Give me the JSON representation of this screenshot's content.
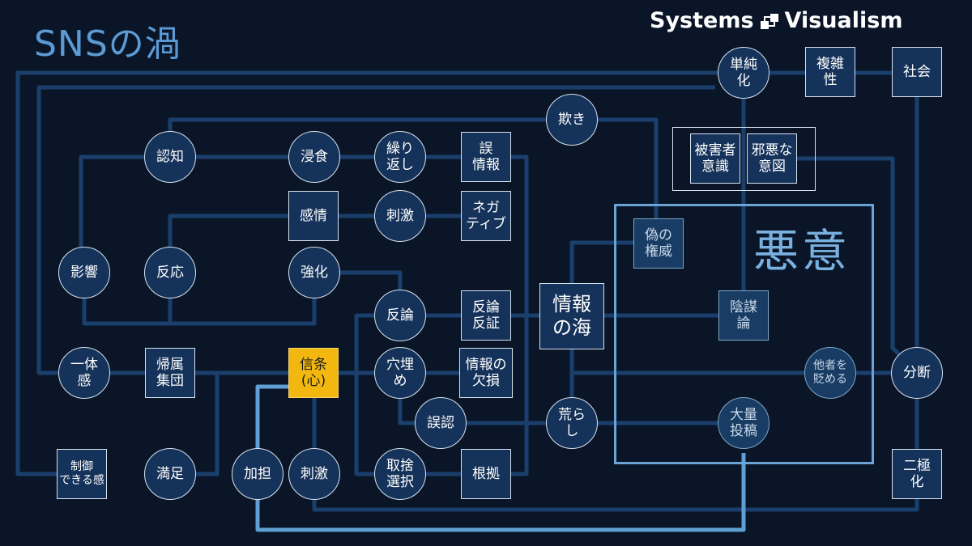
{
  "title": "SNSの渦",
  "brand": {
    "left": "Systems",
    "right": "Visualism"
  },
  "evil_label": "悪意",
  "nodes": {
    "tanjunka": "単純\n化",
    "fukuzatsusei": "複雑\n性",
    "shakai": "社会",
    "azamuki": "欺き",
    "higaisha": "被害者\n意識",
    "jaaku": "邪悪な\n意図",
    "ninchi": "認知",
    "shinshoku": "浸食",
    "kurikaeshi": "繰り\n返し",
    "gojouhou": "誤\n情報",
    "kanjou": "感情",
    "shigeki1": "刺激",
    "negative": "ネガ\nティブ",
    "nise": "偽の\n権威",
    "eikyou": "影響",
    "hannou": "反応",
    "kyouka": "強化",
    "hanron": "反論",
    "hanron_hanshou": "反論\n反証",
    "jouhou_umi": "情報\nの海",
    "inbou": "陰謀\n論",
    "ittaikan": "一体\n感",
    "kizoku": "帰属\n集団",
    "shinjou": "信条\n(心)",
    "anaume": "穴埋\nめ",
    "jouhou_kesson": "情報の\n欠損",
    "tasha": "他者を\n貶める",
    "bundan": "分断",
    "gonin": "誤認",
    "arashi": "荒ら\nし",
    "tairyou": "大量\n投稿",
    "seigyo": "制御\nできる感",
    "manzoku": "満足",
    "katan": "加担",
    "shigeki2": "刺激",
    "shusha": "取捨\n選択",
    "konkyo": "根拠",
    "nikyokuka": "二極\n化"
  },
  "colors": {
    "background": "#0a1628",
    "node_fill": "#15325a",
    "wire": "#1b3f6c",
    "accent_wire": "#5f9fd4",
    "highlight": "#f3b80f"
  }
}
